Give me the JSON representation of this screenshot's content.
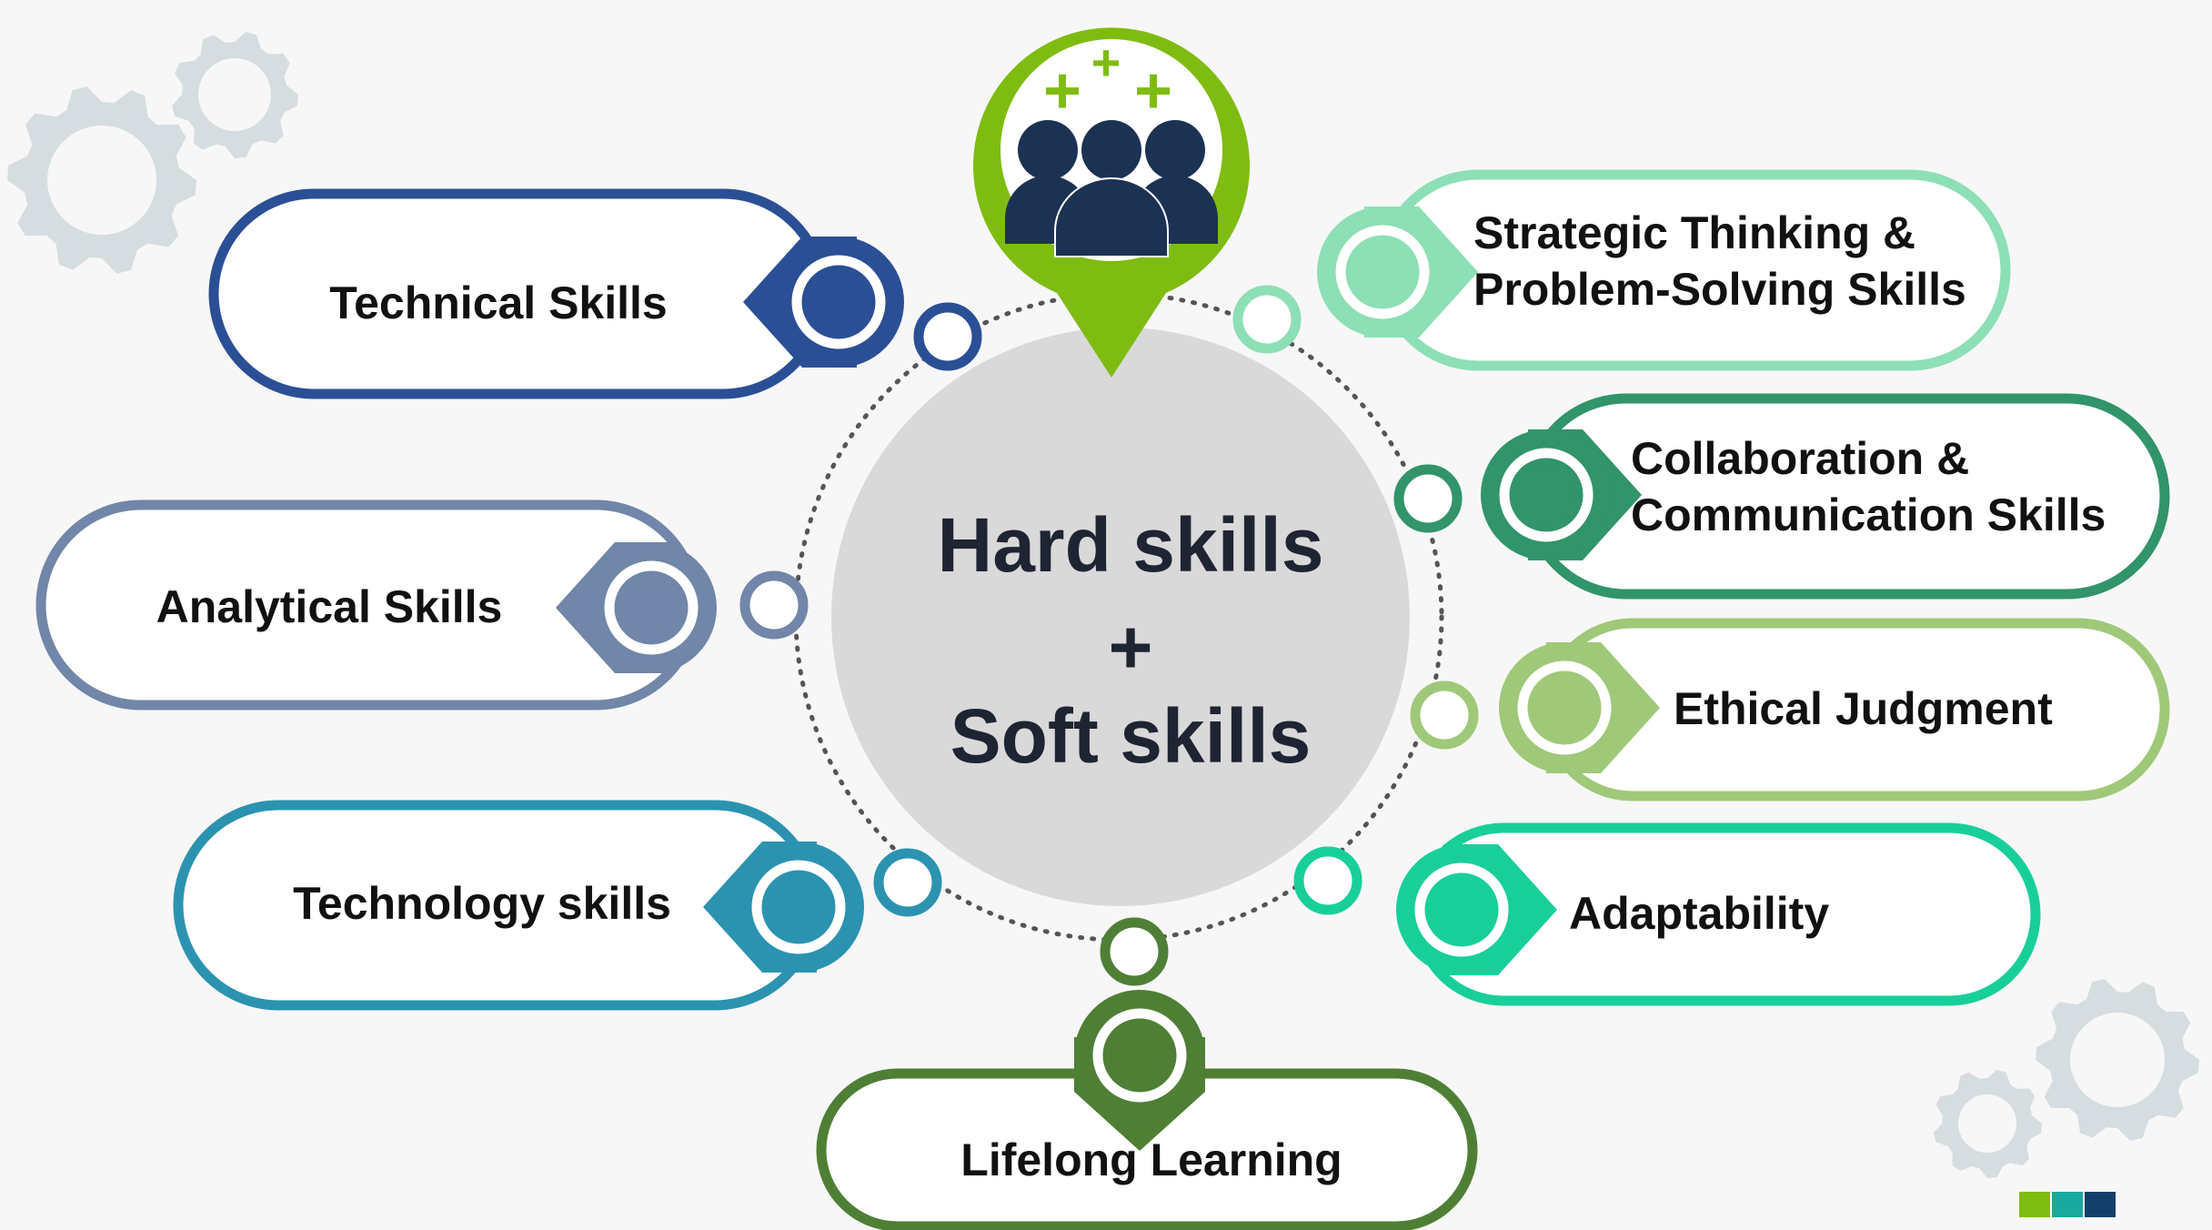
{
  "center": {
    "line1": "Hard skills",
    "plus": "+",
    "line2": "Soft skills"
  },
  "pin": {
    "icon": "team-plus-icon",
    "plus_symbols": [
      "+",
      "+",
      "+"
    ]
  },
  "skills": [
    {
      "id": "technical",
      "lines": [
        "Technical Skills"
      ],
      "color": "#2b4f95"
    },
    {
      "id": "analytical",
      "lines": [
        "Analytical Skills"
      ],
      "color": "#7186a8"
    },
    {
      "id": "technology",
      "lines": [
        "Technology skills"
      ],
      "color": "#2b93b0"
    },
    {
      "id": "lifelong",
      "lines": [
        "Lifelong Learning"
      ],
      "color": "#4f7f35"
    },
    {
      "id": "strategic",
      "lines": [
        "Strategic Thinking &",
        "Problem-Solving Skills"
      ],
      "color": "#8ddfb5"
    },
    {
      "id": "collaboration",
      "lines": [
        "Collaboration &",
        "Communication Skills"
      ],
      "color": "#31946a"
    },
    {
      "id": "ethical",
      "lines": [
        "Ethical Judgment"
      ],
      "color": "#9fc878"
    },
    {
      "id": "adaptability",
      "lines": [
        "Adaptability"
      ],
      "color": "#18cf9a"
    }
  ],
  "colors": {
    "center_circle": "#d9d9d9",
    "center_text": "#1f2433",
    "pin_green": "#7fbc12",
    "people_navy": "#1c3253",
    "gear": "#d5dde0",
    "dots_ring": "#555555"
  },
  "corner_squares": [
    "#7fbc12",
    "#1aa99e",
    "#123f6b"
  ]
}
